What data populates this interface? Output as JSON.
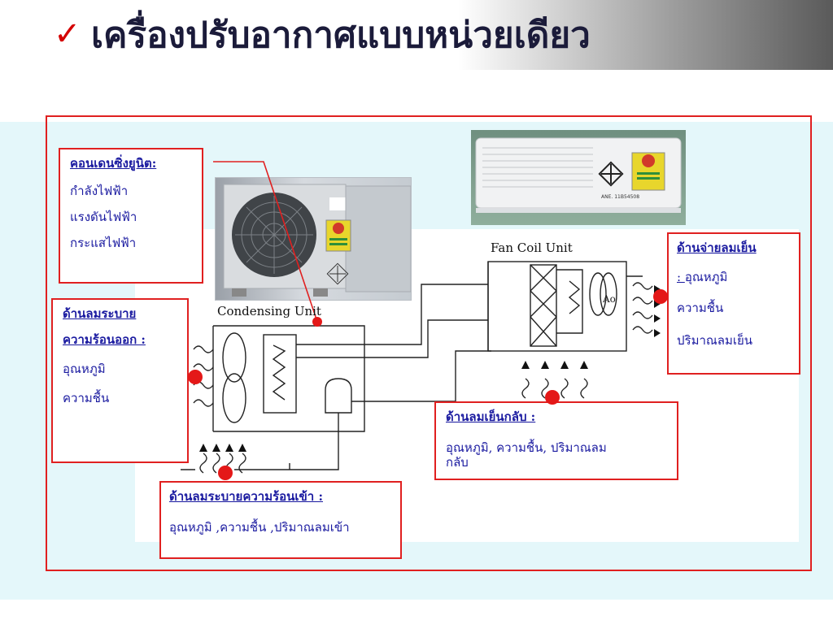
{
  "title": {
    "check": "✓",
    "text": "เครื่องปรับอากาศแบบหน่วยเดียว"
  },
  "condensing_unit": {
    "label": "Condensing Unit",
    "box_title": "คอนเดนซิ่งยูนิต:",
    "items": [
      "กำลังไฟฟ้า",
      "แรงดันไฟฟ้า",
      "กระแสไฟฟ้า"
    ]
  },
  "fan_coil": {
    "label": "Fan Coil Unit"
  },
  "exhaust_out": {
    "title_1": "ด้านลมระบาย",
    "title_2": "ความร้อนออก :",
    "items": [
      "อุณหภูมิ",
      "ความชื้น"
    ]
  },
  "exhaust_in": {
    "title": "ด้านลมระบายความร้อนเข้า :",
    "text": "อุณหภูมิ ,ความชื้น ,ปริมาณลมเข้า"
  },
  "cool_return": {
    "title": "ด้านลมเย็นกลับ :",
    "text_1": "อุณหภูมิ, ความชื้น, ปริมาณลม",
    "text_2": "กลับ"
  },
  "cool_supply": {
    "title": "ด้านจ่ายลมเย็น",
    "item_prefix": ": ",
    "items": [
      "อุณหภูมิ",
      "ความชื้น",
      "ปริมาณลมเย็น"
    ]
  },
  "indoor_photo_text": {
    "model_text": "ANE. 11B54508"
  },
  "colors": {
    "accent_red": "#e02020",
    "text_blue": "#1a1aa0",
    "bg_cyan": "#e4f7fa"
  }
}
